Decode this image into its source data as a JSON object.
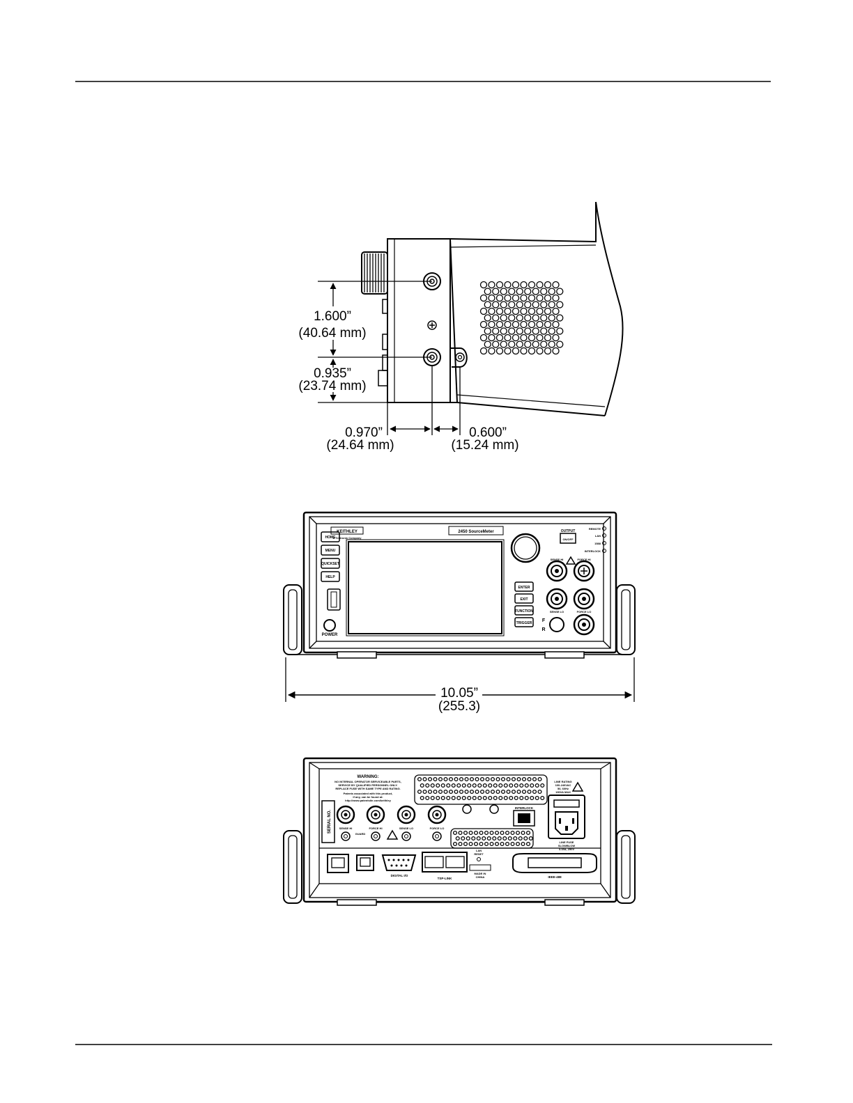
{
  "side_view": {
    "dim_height_upper": {
      "inch": "1.600”",
      "mm": "(40.64 mm)"
    },
    "dim_height_lower": {
      "inch": "0.935”",
      "mm": "(23.74 mm)"
    },
    "dim_depth_left": {
      "inch": "0.970”",
      "mm": "(24.64 mm)"
    },
    "dim_depth_right": {
      "inch": "0.600”",
      "mm": "(15.24 mm)"
    }
  },
  "front_view": {
    "width_dim": {
      "inch": "10.05”",
      "mm": "(255.3)"
    },
    "brand": "KEITHLEY",
    "brand_sub": "A Tektronix Company",
    "model": "2450 SourceMeter",
    "left_keys": [
      "HOME",
      "MENU",
      "QUICKSET",
      "HELP"
    ],
    "right_keys": [
      "ENTER",
      "EXIT",
      "FUNCTION",
      "TRIGGER"
    ],
    "output_label": "OUTPUT",
    "output_button": "ON/OFF",
    "status_leds": [
      "REMOTE",
      "LAN",
      "1588",
      "INTERLOCK"
    ],
    "terminals": [
      "SENSE HI",
      "FORCE HI",
      "SENSE LO",
      "FORCE LO"
    ],
    "fr_labels": [
      "F",
      "R"
    ],
    "power_label": "POWER"
  },
  "rear_view": {
    "warning_title": "WARNING:",
    "warning_lines": [
      "NO INTERNAL OPERATOR SERVICEABLE PARTS,",
      "SERVICE BY QUALIFIED PERSONNEL ONLY.",
      "REPLACE FUSE WITH SAME TYPE AND RATING.",
      "Patents associated with this product,",
      "if any, can be found at:",
      "http://www.patentsite.com/keithley"
    ],
    "serial_label": "SERIAL NO.",
    "triax_labels": [
      "SENSE HI",
      "FORCE HI",
      "SENSE LO",
      "FORCE LO"
    ],
    "guard_label": "GUARD",
    "interlock_label": "INTERLOCK",
    "line_rating": [
      "LINE RATING",
      "100-240VAC",
      "50, 60Hz",
      "190VA MAX"
    ],
    "line_fuse": [
      "LINE FUSE",
      "SLOWBLOW",
      "3.15A, 250V"
    ],
    "digital_io_label": "DIGITAL I/O",
    "tsp_link_label": "TSP-LINK",
    "lan_reset": [
      "LAN",
      "RESET"
    ],
    "made_in": [
      "MADE IN",
      "CHINA"
    ],
    "gpib_label": "IEEE-488"
  }
}
